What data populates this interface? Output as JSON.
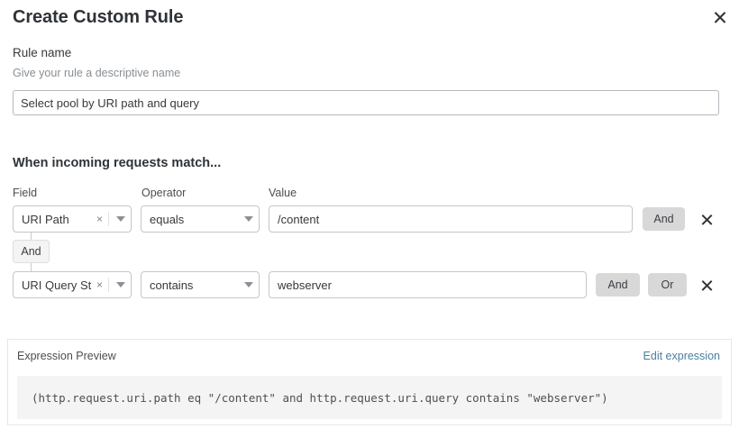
{
  "dialog": {
    "title": "Create Custom Rule",
    "close_icon": "close-icon"
  },
  "rule_name": {
    "label": "Rule name",
    "description": "Give your rule a descriptive name",
    "value": "Select pool by URI path and query",
    "placeholder": ""
  },
  "conditions": {
    "section_header": "When incoming requests match...",
    "column_headers": {
      "field": "Field",
      "operator": "Operator",
      "value": "Value"
    },
    "connector": {
      "label": "And"
    },
    "rows": [
      {
        "field": "URI Path",
        "operator": "equals",
        "value": "/content",
        "buttons": [
          "And"
        ],
        "remove_label": "×"
      },
      {
        "field": "URI Query St...",
        "operator": "contains",
        "value": "webserver",
        "buttons": [
          "And",
          "Or"
        ],
        "remove_label": "×"
      }
    ]
  },
  "expression_preview": {
    "label": "Expression Preview",
    "edit_link": "Edit expression",
    "expression": "(http.request.uri.path eq \"/content\" and http.request.uri.query contains \"webserver\")"
  },
  "colors": {
    "link": "#4a7fa0",
    "button_bg": "#d8d8d8",
    "code_bg": "#f4f4f4",
    "border": "#c2c7cc"
  }
}
